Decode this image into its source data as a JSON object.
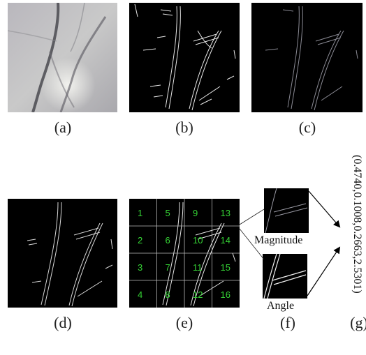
{
  "labels": {
    "a": "(a)",
    "b": "(b)",
    "c": "(c)",
    "d": "(d)",
    "e": "(e)",
    "f": "(f)",
    "g": "(g)"
  },
  "grid_numbers": [
    "1",
    "5",
    "9",
    "13",
    "2",
    "6",
    "10",
    "14",
    "3",
    "7",
    "11",
    "15",
    "4",
    "8",
    "12",
    "16"
  ],
  "magnitude_label": "Magnitude",
  "angle_label": "Angle",
  "feature_vector": "(0.4740,0.1008,0.2663,2.5301)",
  "colors": {
    "panel_background": "#000000",
    "line_color": "#e8e8e8",
    "grid_number_color": "#35d435",
    "grid_line_color": "#bbbbbb"
  }
}
